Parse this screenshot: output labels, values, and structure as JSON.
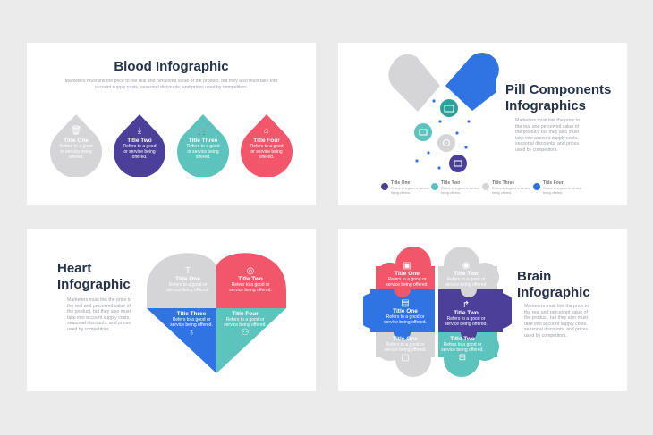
{
  "colors": {
    "gray": "#d5d5d8",
    "purple": "#4b3f99",
    "teal": "#5cc3bd",
    "red": "#f2566a",
    "blue": "#2f74e2",
    "dark": "#25324a"
  },
  "blood": {
    "title": "Blood Infographic",
    "desc": "Marketers must link the price to the real and perceived value of the product, but they also must take into account supply costs, seasonal discounts, and prices used by competitors.",
    "items": [
      {
        "title": "Title One",
        "desc": "Refers to a good or service being offered.",
        "icon": "trash-icon"
      },
      {
        "title": "Title Two",
        "desc": "Refers to a good or service being offered.",
        "icon": "download-icon"
      },
      {
        "title": "Title Three",
        "desc": "Refers to a good or service being offered.",
        "icon": "cart-icon"
      },
      {
        "title": "Title Four",
        "desc": "Refers to a good or service being offered.",
        "icon": "basket-icon"
      }
    ]
  },
  "pill": {
    "title1": "Pill Components",
    "title2": "Infographics",
    "desc": "Marketers must link the price to the real and perceived value of the product, but they also must take into account supply costs, seasonal discounts, and prices used by competitors.",
    "legend": [
      {
        "title": "Title One",
        "desc": "Refers to a good or service being offered."
      },
      {
        "title": "Title Two",
        "desc": "Refers to a good or service being offered."
      },
      {
        "title": "Title Three",
        "desc": "Refers to a good or service being offered."
      },
      {
        "title": "Title Four",
        "desc": "Refers to a good or service being offered."
      }
    ]
  },
  "heart": {
    "title1": "Heart",
    "title2": "Infographic",
    "desc": "Marketers must link the price to the real and perceived value of the product, but they also must take into account supply costs, seasonal discounts, and prices used by competitors.",
    "items": [
      {
        "title": "Title One",
        "desc": "Refers to a good or service being offered."
      },
      {
        "title": "Title Two",
        "desc": "Refers to a good or service being offered."
      },
      {
        "title": "Title Three",
        "desc": "Refers to a good or service being offered."
      },
      {
        "title": "Title Four",
        "desc": "Refers to a good or service being offered."
      }
    ]
  },
  "brain": {
    "title1": "Brain",
    "title2": "Infographic",
    "desc": "Marketers must link the price to the real and perceived value of the product, but they also must take into account supply costs, seasonal discounts, and prices used by competitors.",
    "items": [
      {
        "title": "Title One",
        "desc": "Refers to a good or service being offered."
      },
      {
        "title": "Title Two",
        "desc": "Refers to a good or service being offered."
      },
      {
        "title": "Title One",
        "desc": "Refers to a good or service being offered."
      },
      {
        "title": "Title Two",
        "desc": "Refers to a good or service being offered."
      },
      {
        "title": "Title One",
        "desc": "Refers to a good or service being offered."
      },
      {
        "title": "Title Two",
        "desc": "Refers to a good or service being offered."
      }
    ]
  }
}
